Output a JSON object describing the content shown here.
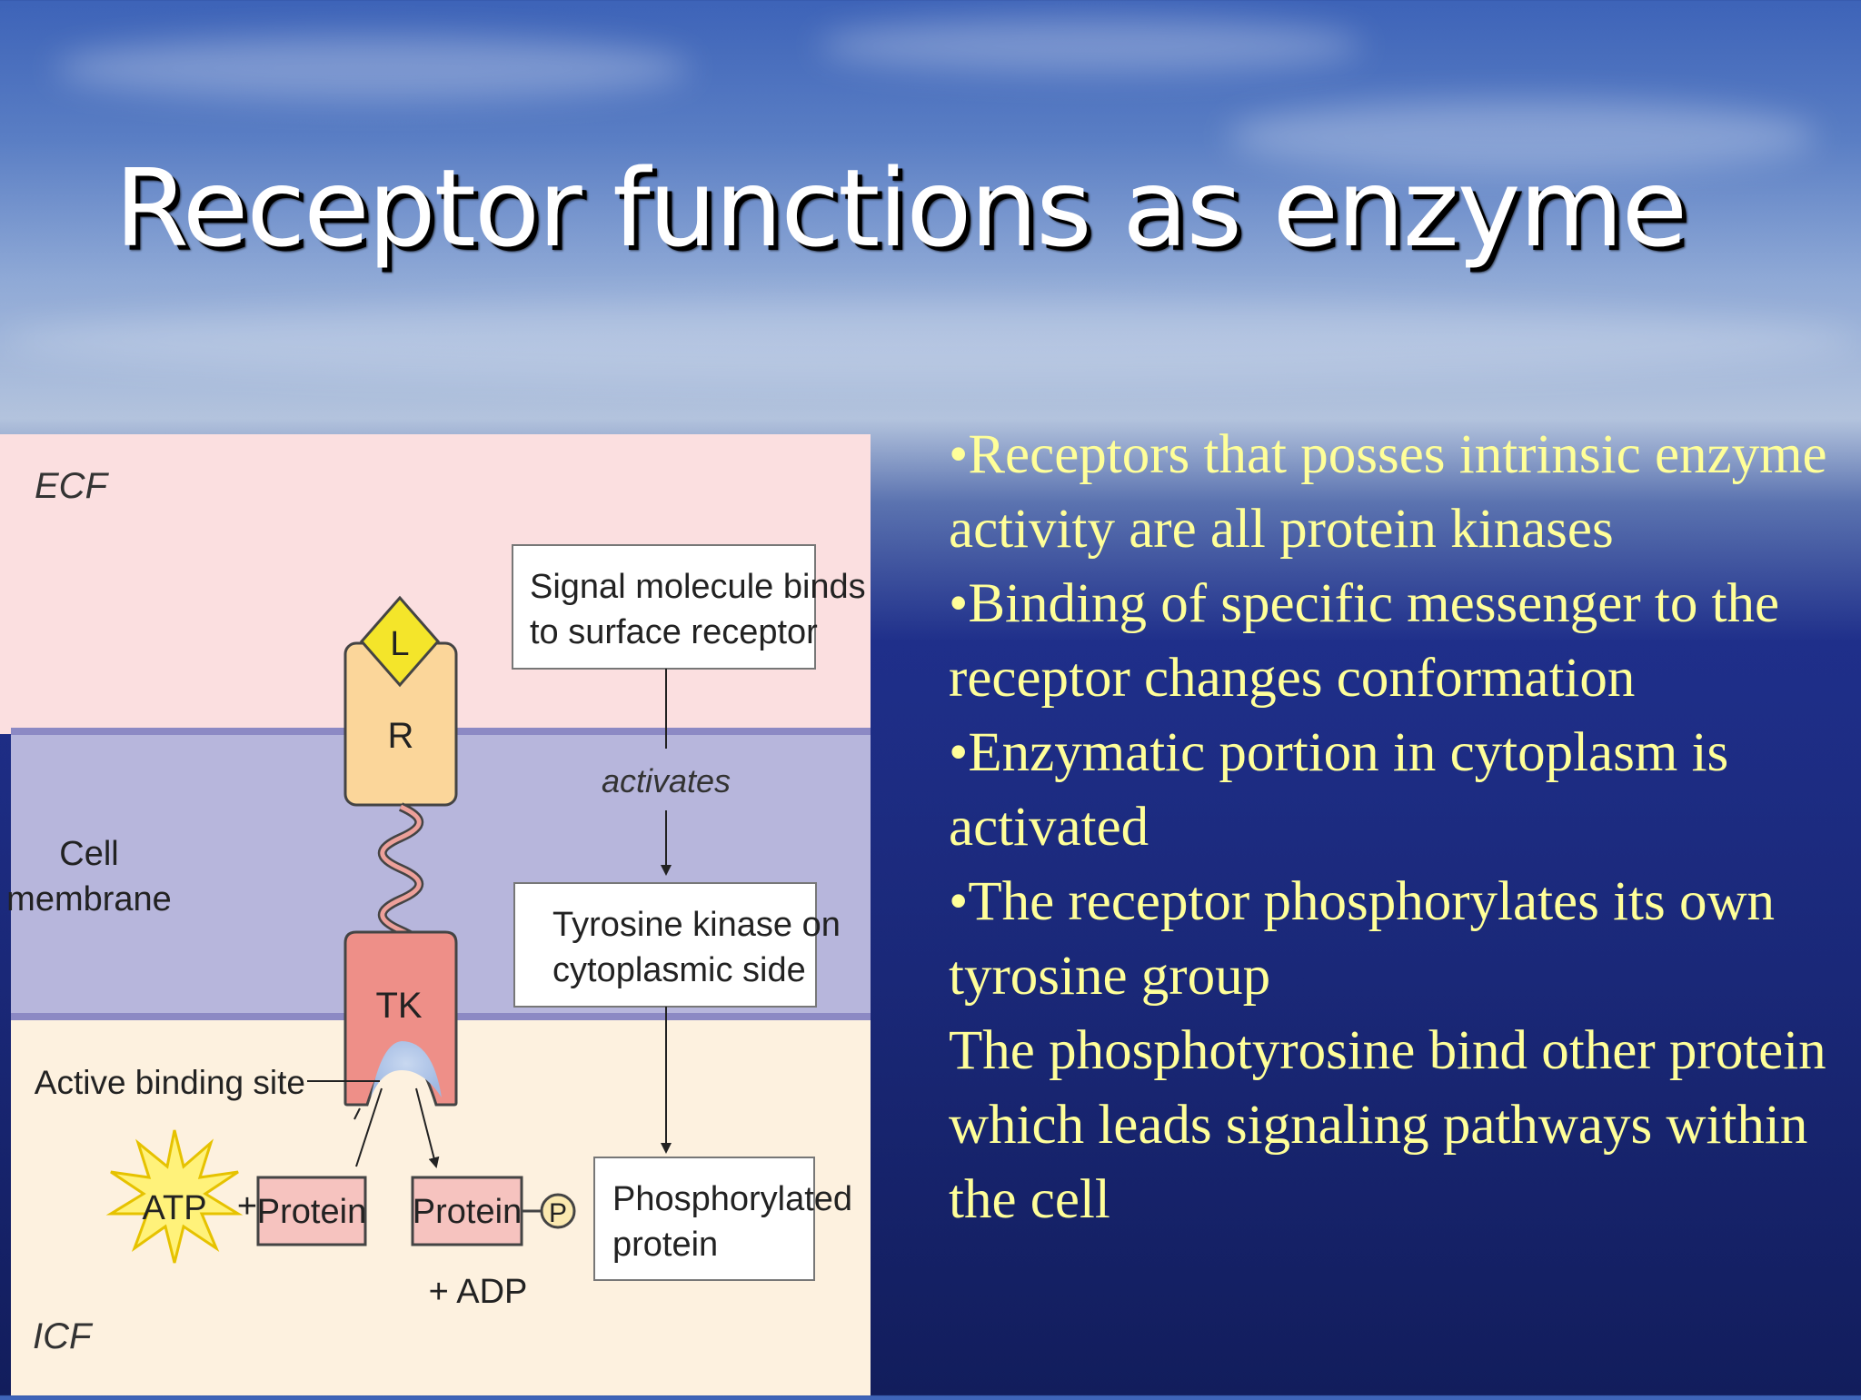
{
  "slide": {
    "title": "Receptor functions as enzyme",
    "bullets": [
      "•Receptors that posses intrinsic enzyme activity are all protein kinases",
      "•Binding of specific messenger to the receptor changes conformation",
      "•Enzymatic portion in cytoplasm is activated",
      "•The receptor phosphorylates its own tyrosine group",
      "The phosphotyrosine bind other protein which leads signaling pathways within the cell"
    ]
  },
  "diagram": {
    "labels": {
      "ecf": "ECF",
      "icf": "ICF",
      "cell_membrane_1": "Cell",
      "cell_membrane_2": "membrane",
      "ligand": "L",
      "receptor": "R",
      "tyrosine_kinase": "TK",
      "active_binding_site": "Active binding site",
      "activates": "activates",
      "atp": "ATP",
      "plus": "+",
      "protein": "Protein",
      "protein_product": "Protein",
      "phosphate": "P",
      "plus_adp": "+ ADP"
    },
    "boxes": {
      "signal_1": "Signal molecule binds",
      "signal_2": "to surface receptor",
      "tk_1": "Tyrosine kinase on",
      "tk_2": "cytoplasmic side",
      "phos_1": "Phosphorylated",
      "phos_2": "protein"
    },
    "colors": {
      "ecf_bg": "#fbdfe0",
      "membrane_bg": "#b7b6dc",
      "icf_bg": "#fdf1df",
      "receptor_fill": "#fbd69a",
      "tk_fill": "#ee8f88",
      "ligand_fill": "#f4e52a",
      "atp_fill": "#fff27a",
      "protein_fill": "#f6c3bf"
    }
  }
}
